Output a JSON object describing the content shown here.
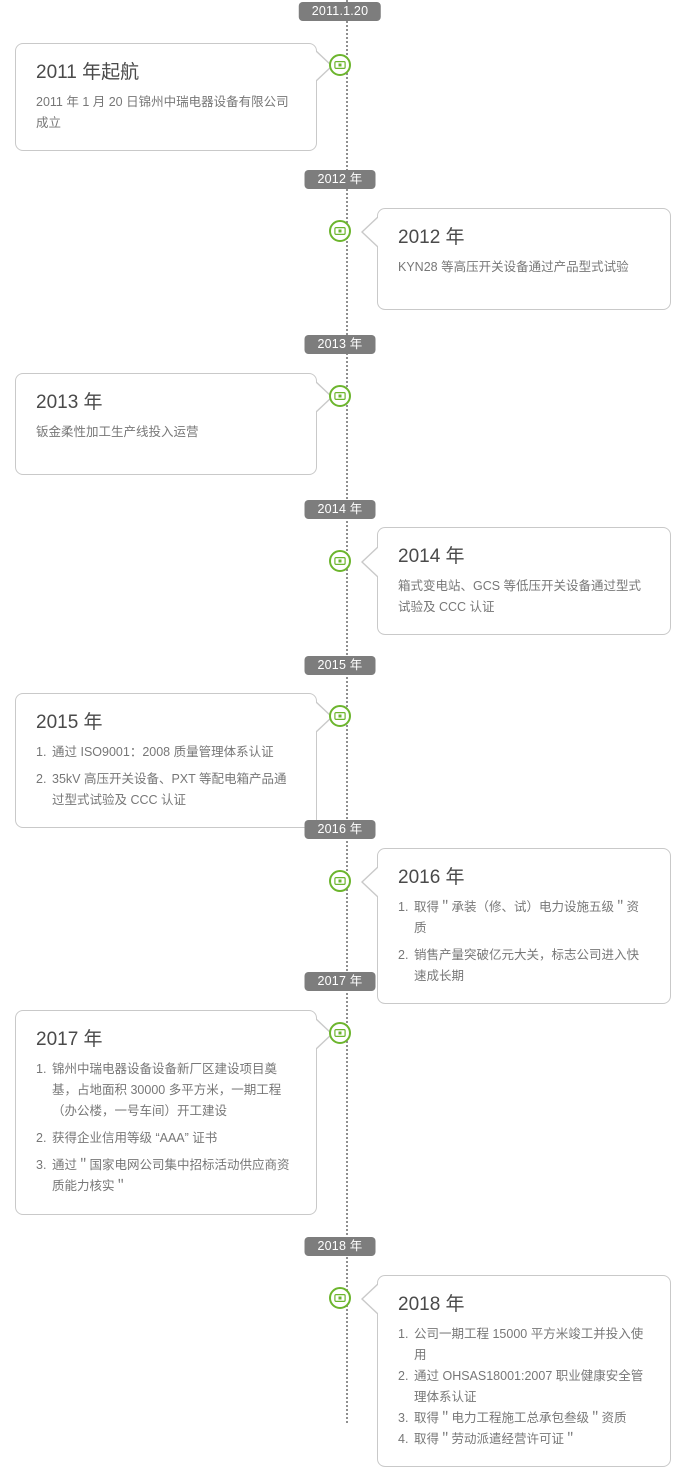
{
  "theme": {
    "accent_green": "#6cb52d",
    "badge_bg": "#7d7d7d",
    "badge_text": "#ffffff",
    "card_border": "#c9c9c9",
    "title_color": "#4a4a4a",
    "body_color": "#777777",
    "spine_color": "#8f8f8f"
  },
  "node_icon": "banknote-icon",
  "events": [
    {
      "badge": "2011.1.20",
      "side": "left",
      "title": "2011 年起航",
      "body": "2011 年 1 月 20 日锦州中瑞电器设备有限公司成立",
      "items": []
    },
    {
      "badge": "2012 年",
      "side": "right",
      "title": "2012 年",
      "body": "KYN28 等高压开关设备通过产品型式试验",
      "items": []
    },
    {
      "badge": "2013 年",
      "side": "left",
      "title": "2013 年",
      "body": "钣金柔性加工生产线投入运营",
      "items": []
    },
    {
      "badge": "2014 年",
      "side": "right",
      "title": "2014 年",
      "body": "箱式变电站、GCS 等低压开关设备通过型式试验及 CCC 认证",
      "items": []
    },
    {
      "badge": "2015 年",
      "side": "left",
      "title": "2015 年",
      "body": "",
      "items": [
        {
          "num": "1.",
          "text": "通过 ISO9001：2008 质量管理体系认证"
        },
        {
          "num": "2.",
          "text": "35kV 高压开关设备、PXT 等配电箱产品通过型式试验及 CCC 认证"
        }
      ]
    },
    {
      "badge": "2016 年",
      "side": "right",
      "title": "2016 年",
      "body": "",
      "items": [
        {
          "num": "1.",
          "text": "取得＂承装（修、试）电力设施五级＂资质"
        },
        {
          "num": "2.",
          "text": "销售产量突破亿元大关，标志公司进入快速成长期"
        }
      ]
    },
    {
      "badge": "2017 年",
      "side": "left",
      "title": "2017 年",
      "body": "",
      "items": [
        {
          "num": "1.",
          "text": "锦州中瑞电器设备设备新厂区建设项目奠基，占地面积 30000 多平方米，一期工程（办公楼，一号车间）开工建设"
        },
        {
          "num": "2.",
          "text": "获得企业信用等级 “AAA” 证书"
        },
        {
          "num": "3.",
          "text": "通过＂国家电网公司集中招标活动供应商资质能力核实＂"
        }
      ]
    },
    {
      "badge": "2018 年",
      "side": "right",
      "title": "2018 年",
      "body": "",
      "items": [
        {
          "num": "1.",
          "text": "公司一期工程 15000 平方米竣工并投入使用"
        },
        {
          "num": "2.",
          "text": "通过 OHSAS18001:2007 职业健康安全管理体系认证"
        },
        {
          "num": "3.",
          "text": "取得＂电力工程施工总承包叁级＂资质"
        },
        {
          "num": "4.",
          "text": "取得＂劳动派遣经营许可证＂"
        }
      ]
    }
  ],
  "layout": {
    "badge_tops": [
      2,
      170,
      335,
      500,
      656,
      820,
      972,
      1237
    ],
    "node_tops": [
      65,
      231,
      396,
      561,
      716,
      881,
      1033,
      1298
    ],
    "card_tops": [
      43,
      208,
      373,
      527,
      693,
      848,
      1010,
      1275
    ],
    "card_heights": [
      102,
      102,
      102,
      101,
      131,
      123,
      205,
      138
    ]
  }
}
